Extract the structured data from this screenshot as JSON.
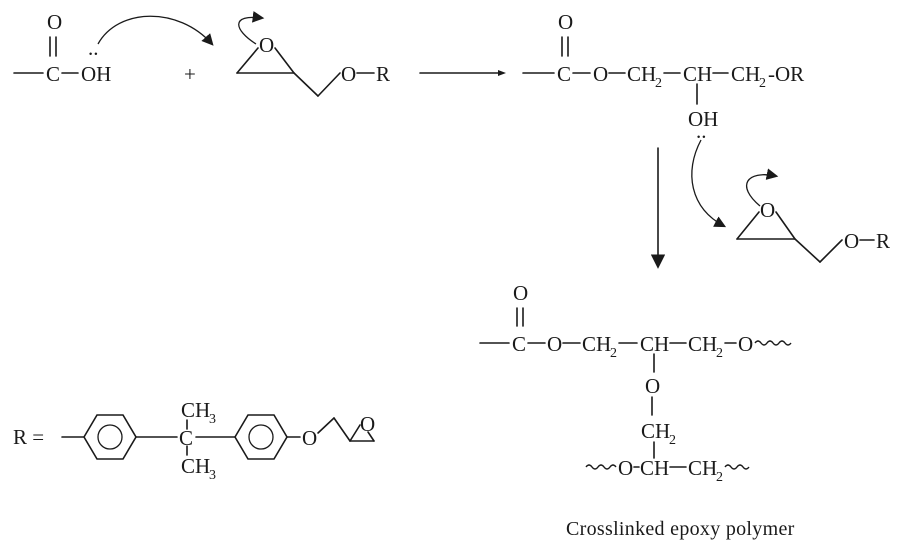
{
  "step1": {
    "acid_O": "O",
    "acid_C": "C",
    "acid_OH": "OH",
    "lone_pair": "..",
    "plus": "+",
    "epoxide_O": "O",
    "ether": "O",
    "ether_R": "R"
  },
  "intermediate": {
    "O_top": "O",
    "C": "C",
    "O": "O",
    "CH2_a": "CH",
    "CH": "CH",
    "CH2_b": "CH",
    "tail": "-OR",
    "sub2": "2",
    "OH": "OH",
    "lone_pair": ".."
  },
  "step2": {
    "epoxide_O": "O",
    "ether": "O",
    "ether_R": "R"
  },
  "product": {
    "O_top": "O",
    "C": "C",
    "O": "O",
    "CH2_a": "CH",
    "CH": "CH",
    "CH2_b": "CH",
    "O_end": "O",
    "sub2": "2",
    "O_branch": "O",
    "CH2_branch": "CH",
    "O_lower": "O",
    "CH_lower": "CH",
    "CH2_lower": "CH"
  },
  "r_group": {
    "label": "R =",
    "CH3_top": "CH",
    "CH3_bottom": "CH",
    "sub3": "3",
    "C": "C",
    "O": "O",
    "epoxide_O": "O"
  },
  "caption": "Crosslinked epoxy polymer"
}
